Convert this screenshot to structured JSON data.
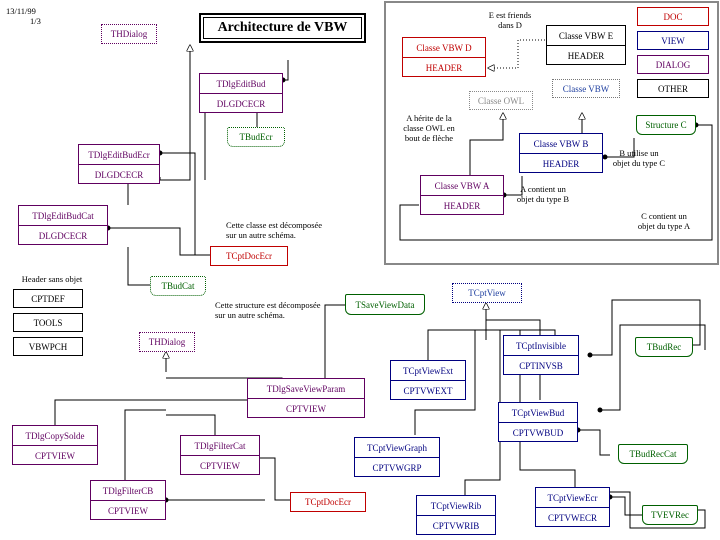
{
  "header": {
    "date": "13/11/99",
    "page": "1/3",
    "title": "Architecture de VBW"
  },
  "colors": {
    "purple": "#600060",
    "navy": "#000080",
    "red": "#c00000",
    "green": "#006000",
    "gray": "#8a8a8a"
  },
  "legend": {
    "doc": "DOC",
    "view": "VIEW",
    "dialog": "DIALOG",
    "other": "OTHER",
    "vbw_d_top": "Classe VBW D",
    "vbw_d_bottom": "HEADER",
    "vbw_e_top": "Classe VBW E",
    "vbw_e_bottom": "HEADER",
    "vbw_a_top": "Classe VBW A",
    "vbw_a_bottom": "HEADER",
    "vbw_b_top": "Classe VBW B",
    "vbw_b_bottom": "HEADER",
    "classe_owl": "Classe OWL",
    "classe_vbw": "Classe VBW",
    "structure_c": "Structure C",
    "note_friends": "E est friends\ndans D",
    "note_owl": "A hérite de la\nclasse OWL en\nbout de flèche",
    "note_b_uses": "B utilise un\nobjet du type C",
    "note_a_contains": "A contient un\nobjet du type B",
    "note_c_contains": "C contient un\nobjet du type A"
  },
  "headers_section": {
    "title": "Header sans objet",
    "items": [
      "CPTDEF",
      "TOOLS",
      "VBWPCH"
    ]
  },
  "top_left": {
    "thdialog": "THDialog",
    "edit_bud": {
      "top": "TDlgEditBud",
      "bottom": "DLGDCECR"
    },
    "tbudecr": "TBudEcr",
    "edit_budecr": {
      "top": "TDlgEditBudEcr",
      "bottom": "DLGDCECR"
    },
    "edit_budcat": {
      "top": "TDlgEditBudCat",
      "bottom": "DLGDCECR"
    },
    "note_decomposed": "Cette classe est décomposée\nsur un autre schéma.",
    "tcptdocecr": "TCptDocEcr",
    "tbudcat": "TBudCat",
    "note_structure": "Cette structure est décomposée\nsur un autre schéma."
  },
  "bottom_left": {
    "thdialog": "THDialog",
    "save_view_param": {
      "top": "TDlgSaveViewParam",
      "bottom": "CPTVIEW"
    },
    "copy_solde": {
      "top": "TDlgCopySolde",
      "bottom": "CPTVIEW"
    },
    "filter_cat": {
      "top": "TDlgFilterCat",
      "bottom": "CPTVIEW"
    },
    "filter_cb": {
      "top": "TDlgFilterCB",
      "bottom": "CPTVIEW"
    },
    "tcptdocecr": "TCptDocEcr"
  },
  "bottom_right": {
    "tcptview": "TCptView",
    "tsaveviewdata": "TSaveViewData",
    "view_ext": {
      "top": "TCptViewExt",
      "bottom": "CPTVWEXT"
    },
    "invisible": {
      "top": "TCptInvisible",
      "bottom": "CPTINVSB"
    },
    "tbudrec": "TBudRec",
    "view_bud": {
      "top": "TCptViewBud",
      "bottom": "CPTVWBUD"
    },
    "view_graph": {
      "top": "TCptViewGraph",
      "bottom": "CPTVWGRP"
    },
    "tbudreccat": "TBudRecCat",
    "view_rib": {
      "top": "TCptViewRib",
      "bottom": "CPTVWRIB"
    },
    "view_ecr": {
      "top": "TCptViewEcr",
      "bottom": "CPTVWECR"
    },
    "tvevrec": "TVEVRec"
  }
}
